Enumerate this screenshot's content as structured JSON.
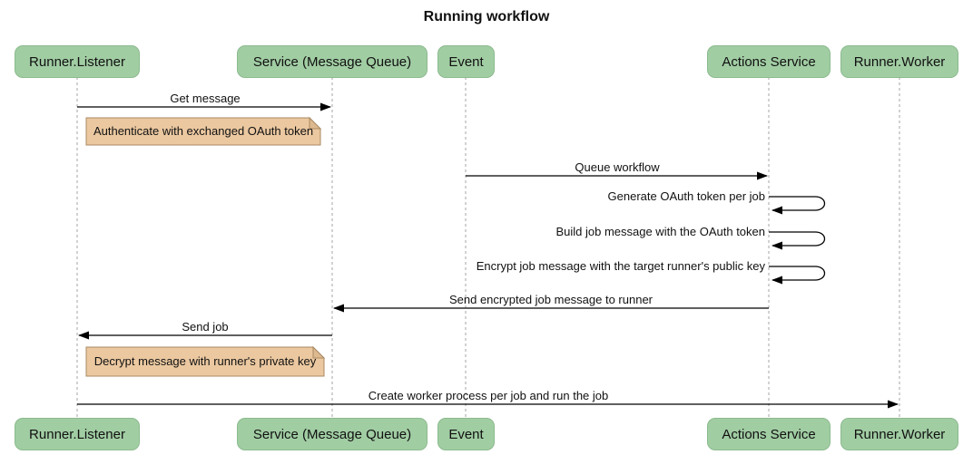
{
  "title": "Running workflow",
  "actors": [
    {
      "label": "Runner.Listener"
    },
    {
      "label": "Service (Message Queue)"
    },
    {
      "label": "Event"
    },
    {
      "label": "Actions Service"
    },
    {
      "label": "Runner.Worker"
    }
  ],
  "messages": [
    {
      "label": "Get message",
      "from": "Runner.Listener",
      "to": "Service (Message Queue)"
    },
    {
      "label": "Queue workflow",
      "from": "Event",
      "to": "Actions Service"
    },
    {
      "label": "Generate OAuth token per job",
      "from": "Actions Service",
      "to": "Actions Service"
    },
    {
      "label": "Build job message with the OAuth token",
      "from": "Actions Service",
      "to": "Actions Service"
    },
    {
      "label": "Encrypt job message with the target runner's public key",
      "from": "Actions Service",
      "to": "Actions Service"
    },
    {
      "label": "Send encrypted job message to runner",
      "from": "Actions Service",
      "to": "Service (Message Queue)"
    },
    {
      "label": "Send job",
      "from": "Service (Message Queue)",
      "to": "Runner.Listener"
    },
    {
      "label": "Create worker process per job and run the job",
      "from": "Runner.Listener",
      "to": "Runner.Worker"
    }
  ],
  "notes": [
    {
      "text": "Authenticate with exchanged OAuth token",
      "over": "Runner.Listener"
    },
    {
      "text": "Decrypt message with runner's private key",
      "over": "Runner.Listener"
    }
  ],
  "colors": {
    "actor_fill": "#A1CDA3",
    "actor_border": "#8CBB8E",
    "note_fill": "#EBC8A0",
    "note_fold": "#DDB98F",
    "note_border": "#A98A63",
    "message_line": "#000000",
    "lifeline": "#A6A6A6",
    "text": "#111111",
    "background": "#FFFFFF"
  }
}
